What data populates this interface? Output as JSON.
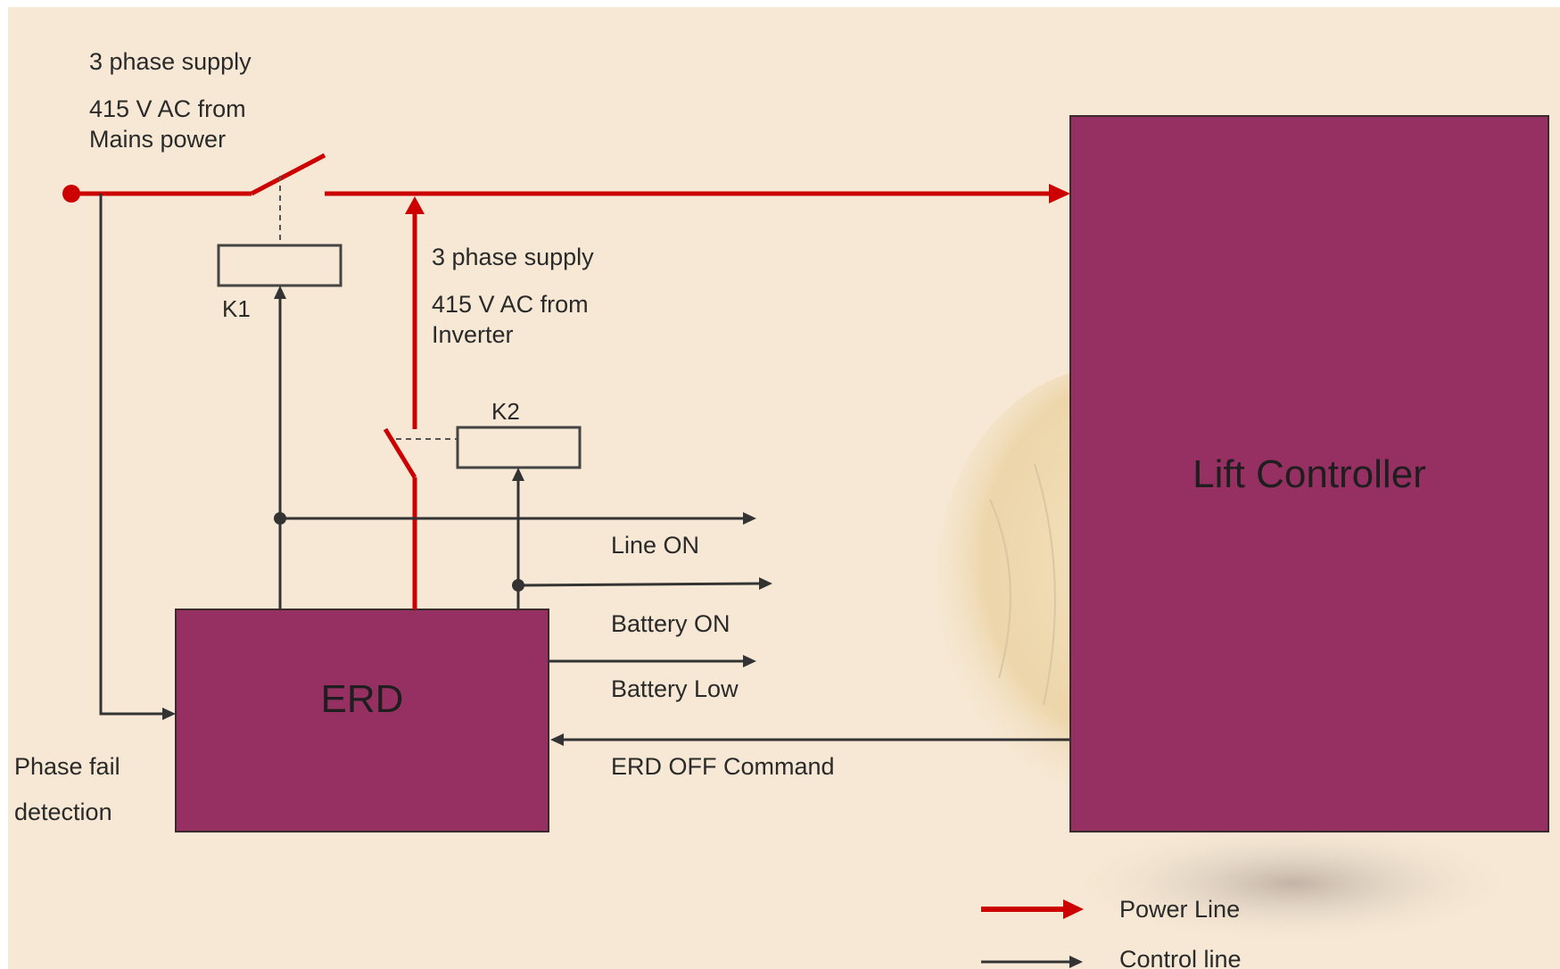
{
  "colors": {
    "background": "#f6e8d4",
    "block_fill": "#963062",
    "power_line": "#cc0000",
    "control_line": "#333333"
  },
  "blocks": {
    "lift_controller": "Lift Controller",
    "erd": "ERD"
  },
  "mains": {
    "line1": "3 phase supply",
    "line2": "415 V AC from",
    "line3": "Mains power"
  },
  "inverter": {
    "line1": "3 phase supply",
    "line2": "415 V AC from",
    "line3": "Inverter"
  },
  "relays": {
    "k1": "K1",
    "k2": "K2"
  },
  "signals": {
    "line_on": "Line ON",
    "battery_on": "Battery ON",
    "battery_low": "Battery Low",
    "erd_off": "ERD OFF Command"
  },
  "phase_fail": {
    "line1": "Phase fail",
    "line2": "detection"
  },
  "legend": {
    "power": "Power Line",
    "control": "Control line"
  }
}
